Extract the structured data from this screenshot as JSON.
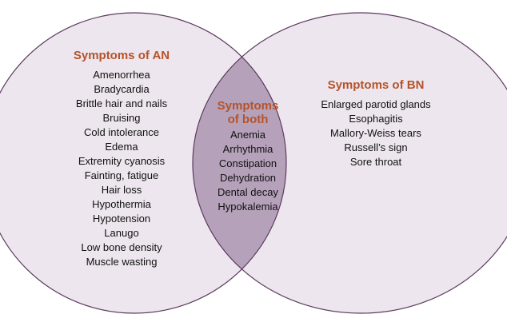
{
  "colors": {
    "background": "#ffffff",
    "circle_fill": "#ede6ee",
    "overlap_fill": "#b6a1ba",
    "outline": "#5b3a5e",
    "heading": "#b5532a",
    "text": "#111111"
  },
  "an": {
    "heading": "Symptoms of AN",
    "items": [
      "Amenorrhea",
      "Bradycardia",
      "Brittle hair and nails",
      "Bruising",
      "Cold intolerance",
      "Edema",
      "Extremity cyanosis",
      "Fainting, fatigue",
      "Hair loss",
      "Hypothermia",
      "Hypotension",
      "Lanugo",
      "Low bone density",
      "Muscle wasting"
    ]
  },
  "bn": {
    "heading": "Symptoms of BN",
    "items": [
      "Enlarged parotid glands",
      "Esophagitis",
      "Mallory-Weiss tears",
      "Russell’s sign",
      "Sore throat"
    ]
  },
  "both": {
    "heading_line1": "Symptoms",
    "heading_line2": "of both",
    "items": [
      "Anemia",
      "Arrhythmia",
      "Constipation",
      "Dehydration",
      "Dental decay",
      "Hypokalemia"
    ]
  }
}
